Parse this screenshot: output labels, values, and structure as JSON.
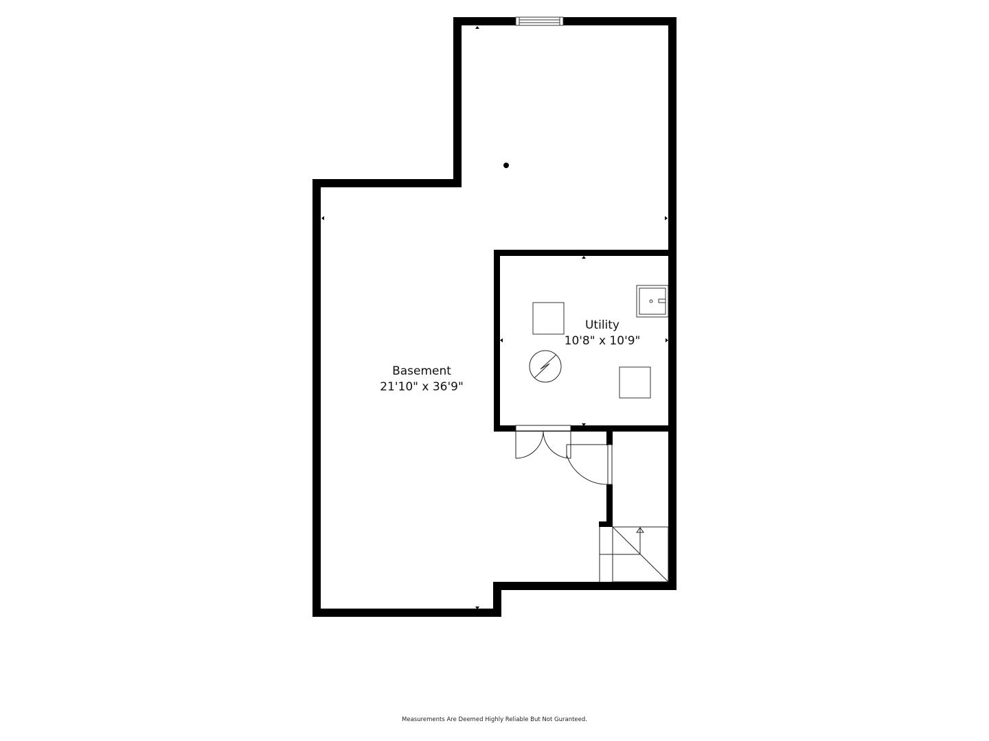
{
  "floorplan": {
    "colors": {
      "wall": "#000000",
      "line": "#222222",
      "background": "#ffffff"
    },
    "rooms": [
      {
        "id": "basement",
        "name": "Basement",
        "dimensions": "21'10\" x 36'9\""
      },
      {
        "id": "utility",
        "name": "Utility",
        "dimensions": "10'8\" x 10'9\""
      }
    ],
    "fixtures": [
      {
        "type": "window",
        "location": "top wall"
      },
      {
        "type": "double-door",
        "location": "utility south wall"
      },
      {
        "type": "swing-door",
        "location": "stair closet"
      },
      {
        "type": "stairs",
        "direction": "up"
      },
      {
        "type": "utility-sink",
        "location": "utility"
      },
      {
        "type": "water-heater",
        "location": "utility"
      },
      {
        "type": "furnace",
        "location": "utility"
      },
      {
        "type": "electrical-panel",
        "location": "utility"
      },
      {
        "type": "post",
        "location": "basement"
      }
    ]
  },
  "footer": {
    "disclaimer": "Measurements Are Deemed Highly Reliable But Not Guranteed."
  }
}
